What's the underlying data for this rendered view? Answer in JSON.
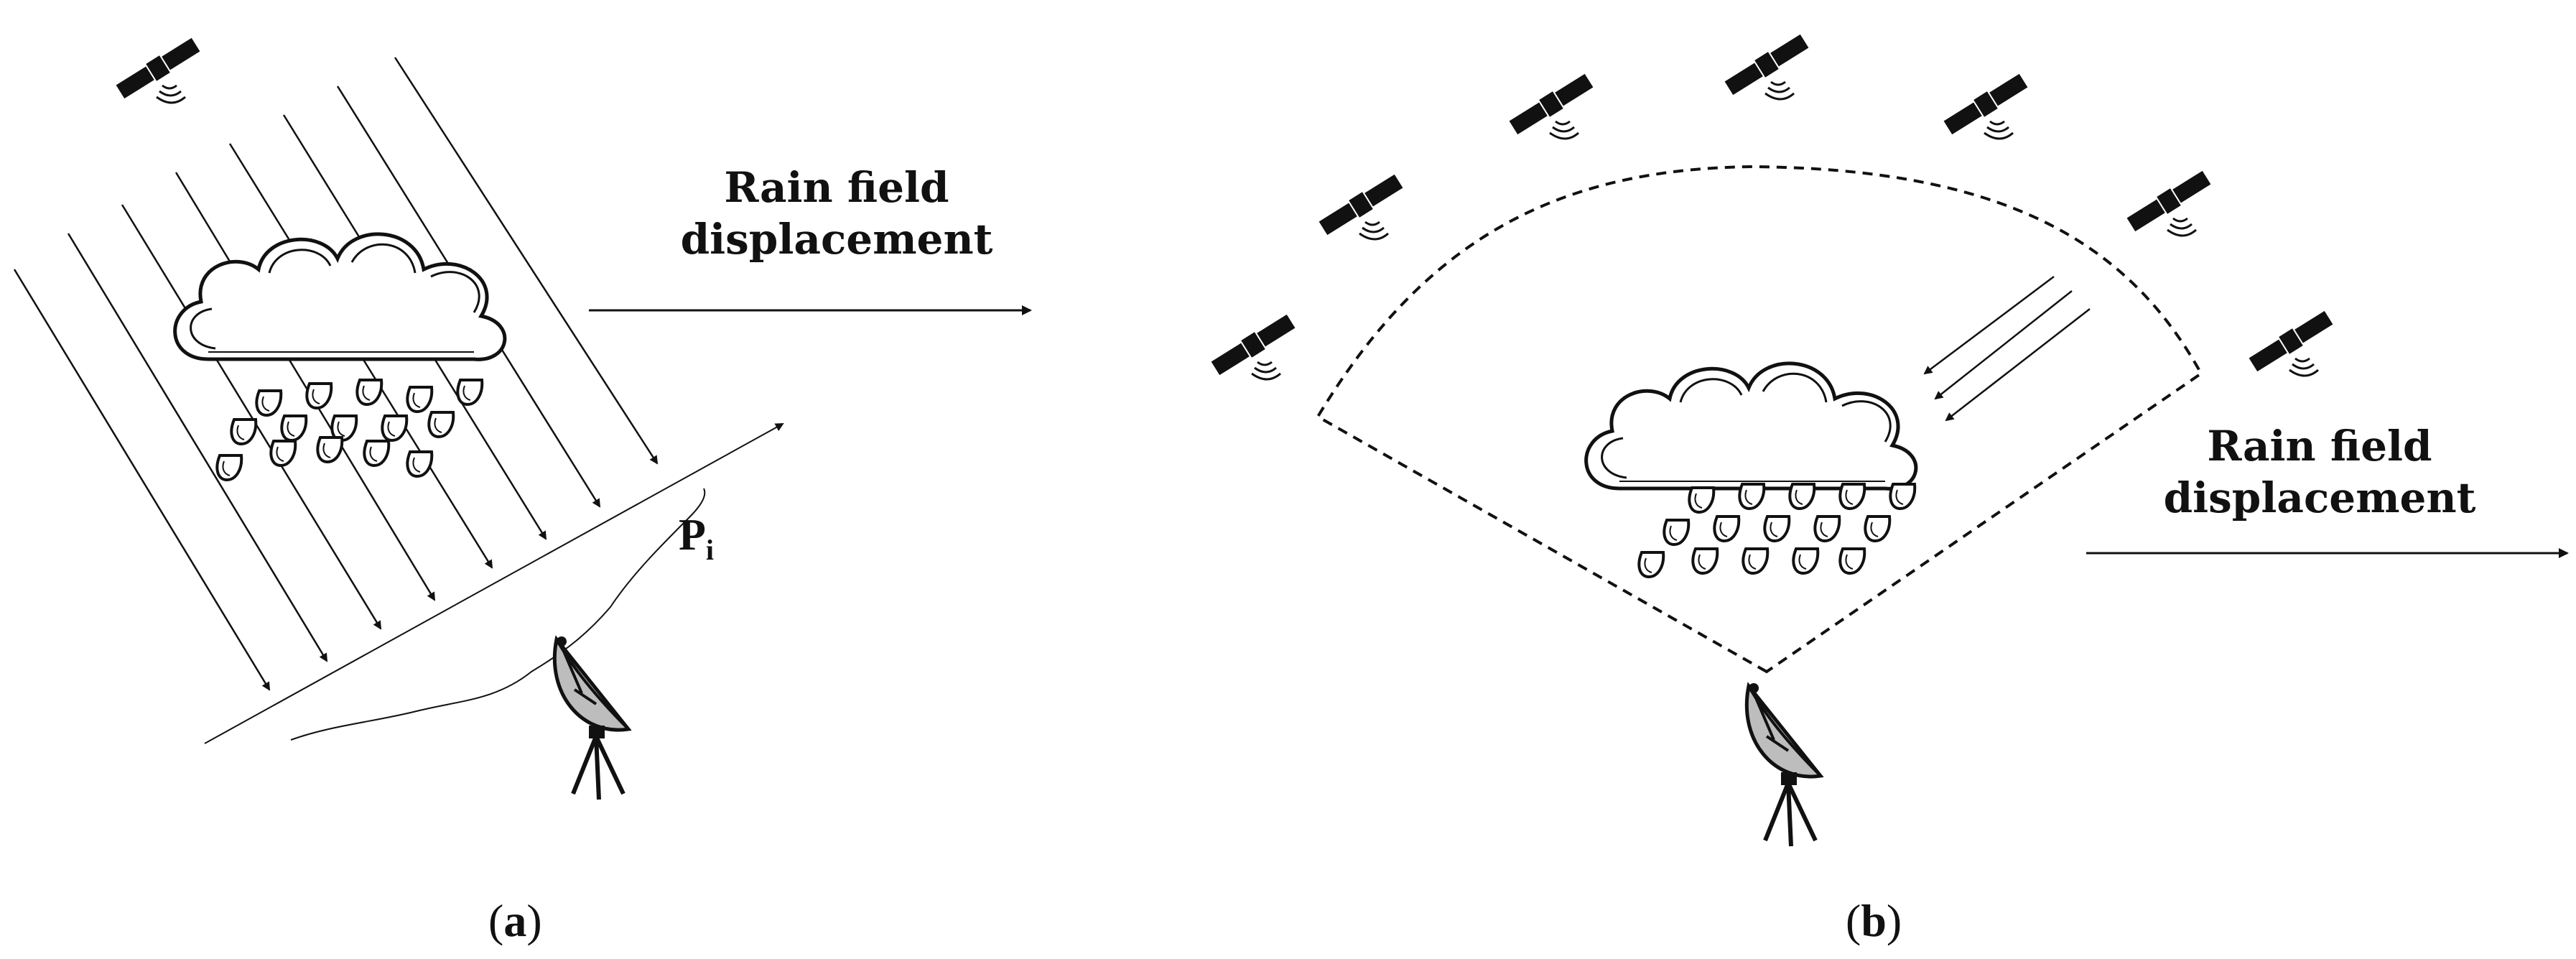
{
  "panel_a": {
    "arrow_label_line1": "Rain field",
    "arrow_label_line2": "displacement",
    "point_label": "P",
    "point_subscript": "i",
    "caption_open": "(",
    "caption_letter": "a",
    "caption_close": ")"
  },
  "panel_b": {
    "arrow_label_line1": "Rain field",
    "arrow_label_line2": "displacement",
    "caption_open": "(",
    "caption_letter": "b",
    "caption_close": ")"
  },
  "icons": [
    "satellite-icon",
    "cloud-icon",
    "rain-drop-icon",
    "dish-antenna-icon"
  ],
  "colors": {
    "line": "#111111",
    "dish_fill": "#bdbdbd",
    "background": "#ffffff"
  }
}
